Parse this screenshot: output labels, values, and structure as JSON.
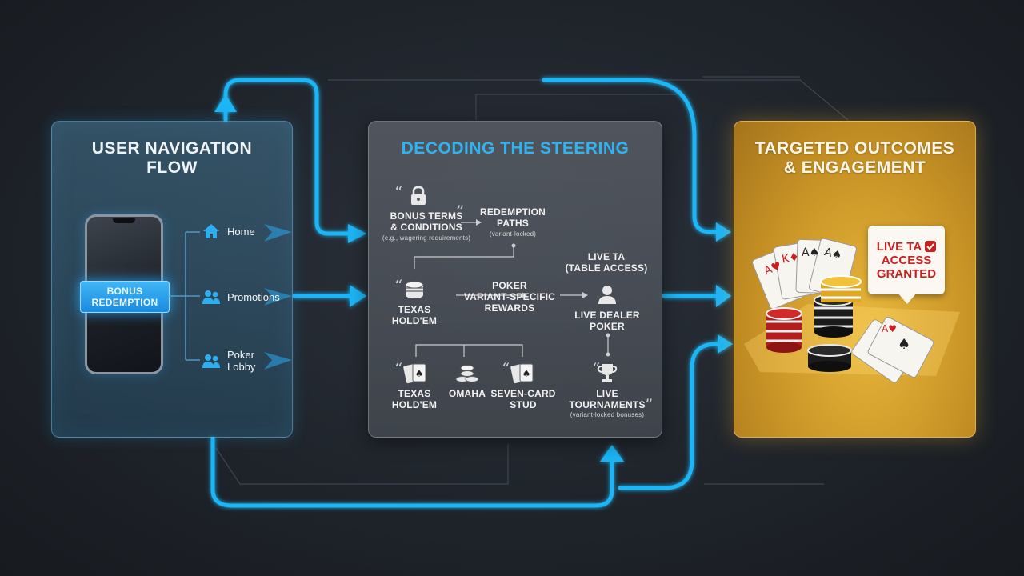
{
  "panels": {
    "left": {
      "title_line1": "USER NAVIGATION",
      "title_line2": "FLOW"
    },
    "mid": {
      "title": "DECODING THE STEERING"
    },
    "right": {
      "title_line1": "TARGETED OUTCOMES",
      "title_line2": "& ENGAGEMENT"
    }
  },
  "phone": {
    "bonus_line1": "BONUS",
    "bonus_line2": "REDEMPTION"
  },
  "nav": {
    "home": {
      "label": "Home",
      "icon": "home-icon"
    },
    "promotions": {
      "label": "Promotions",
      "icon": "users-icon"
    },
    "poker": {
      "label_line1": "Poker",
      "label_line2": "Lobby",
      "icon": "users-icon"
    }
  },
  "decoding": {
    "bonus_terms": {
      "line1": "BONUS TERMS",
      "line2": "& CONDITIONS",
      "note": "(e.g., wagering requirements)",
      "icon": "lock-icon"
    },
    "redemption": {
      "line1": "REDEMPTION",
      "line2": "PATHS",
      "note": "(variant-locked)"
    },
    "live_ta": {
      "line1": "LIVE TA",
      "line2": "(TABLE ACCESS)"
    },
    "texas_top": {
      "line1": "TEXAS",
      "line2": "HOLD'EM",
      "icon": "chip-stack-icon"
    },
    "poker_variant": {
      "line1": "POKER",
      "line2": "VARIANT-SPECIFIC",
      "line3": "REWARDS"
    },
    "live_dealer": {
      "line1": "LIVE DEALER",
      "line2": "POKER",
      "icon": "person-icon"
    },
    "texas_bottom": {
      "line1": "TEXAS",
      "line2": "HOLD'EM",
      "icon": "cards-icon"
    },
    "omaha": {
      "label": "OMAHA",
      "icon": "chips-icon"
    },
    "seven_card": {
      "line1": "SEVEN-CARD",
      "line2": "STUD",
      "icon": "cards-icon"
    },
    "tournaments": {
      "line1": "LIVE",
      "line2": "TOURNAMENTS",
      "note": "(variant-locked bonuses)",
      "icon": "trophy-icon"
    }
  },
  "outcome_badge": {
    "line1": "LIVE TA",
    "line2": "ACCESS",
    "line3": "GRANTED",
    "icon": "check-icon"
  },
  "colors": {
    "flow_accent": "#1fb5f5",
    "gold": "#d9a530",
    "badge_red": "#c8201f"
  }
}
